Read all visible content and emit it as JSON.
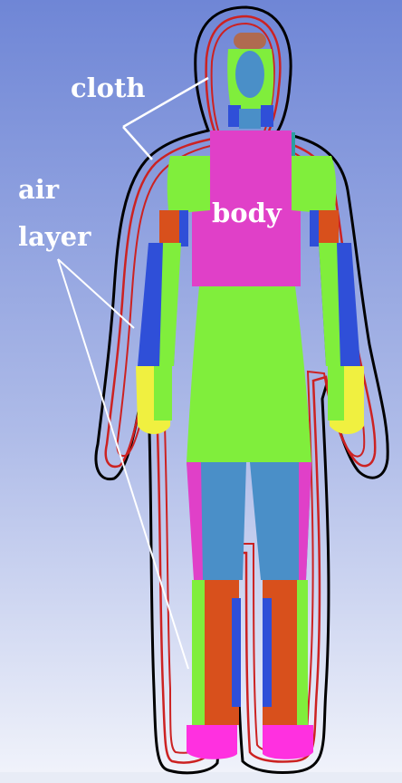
{
  "labels": {
    "cloth": "cloth",
    "air_line1": "air",
    "air_line2": "layer",
    "body": "body"
  },
  "colors": {
    "background_top": "#6f86d6",
    "background_bottom": "#f2f4fb",
    "cloth_outline": "#000000",
    "air_layer_outline": "#cc2222",
    "body_green": "#80ee3c",
    "body_magenta": "#e040c8",
    "body_blue": "#2f4fd8",
    "body_steel": "#4a8fc8",
    "body_orange": "#d8501c",
    "body_yellow": "#f0f040",
    "body_pink": "#ff30e0",
    "body_teal": "#2aa0a0",
    "head_brown": "#b06a50",
    "annotation_line": "#ffffff"
  }
}
